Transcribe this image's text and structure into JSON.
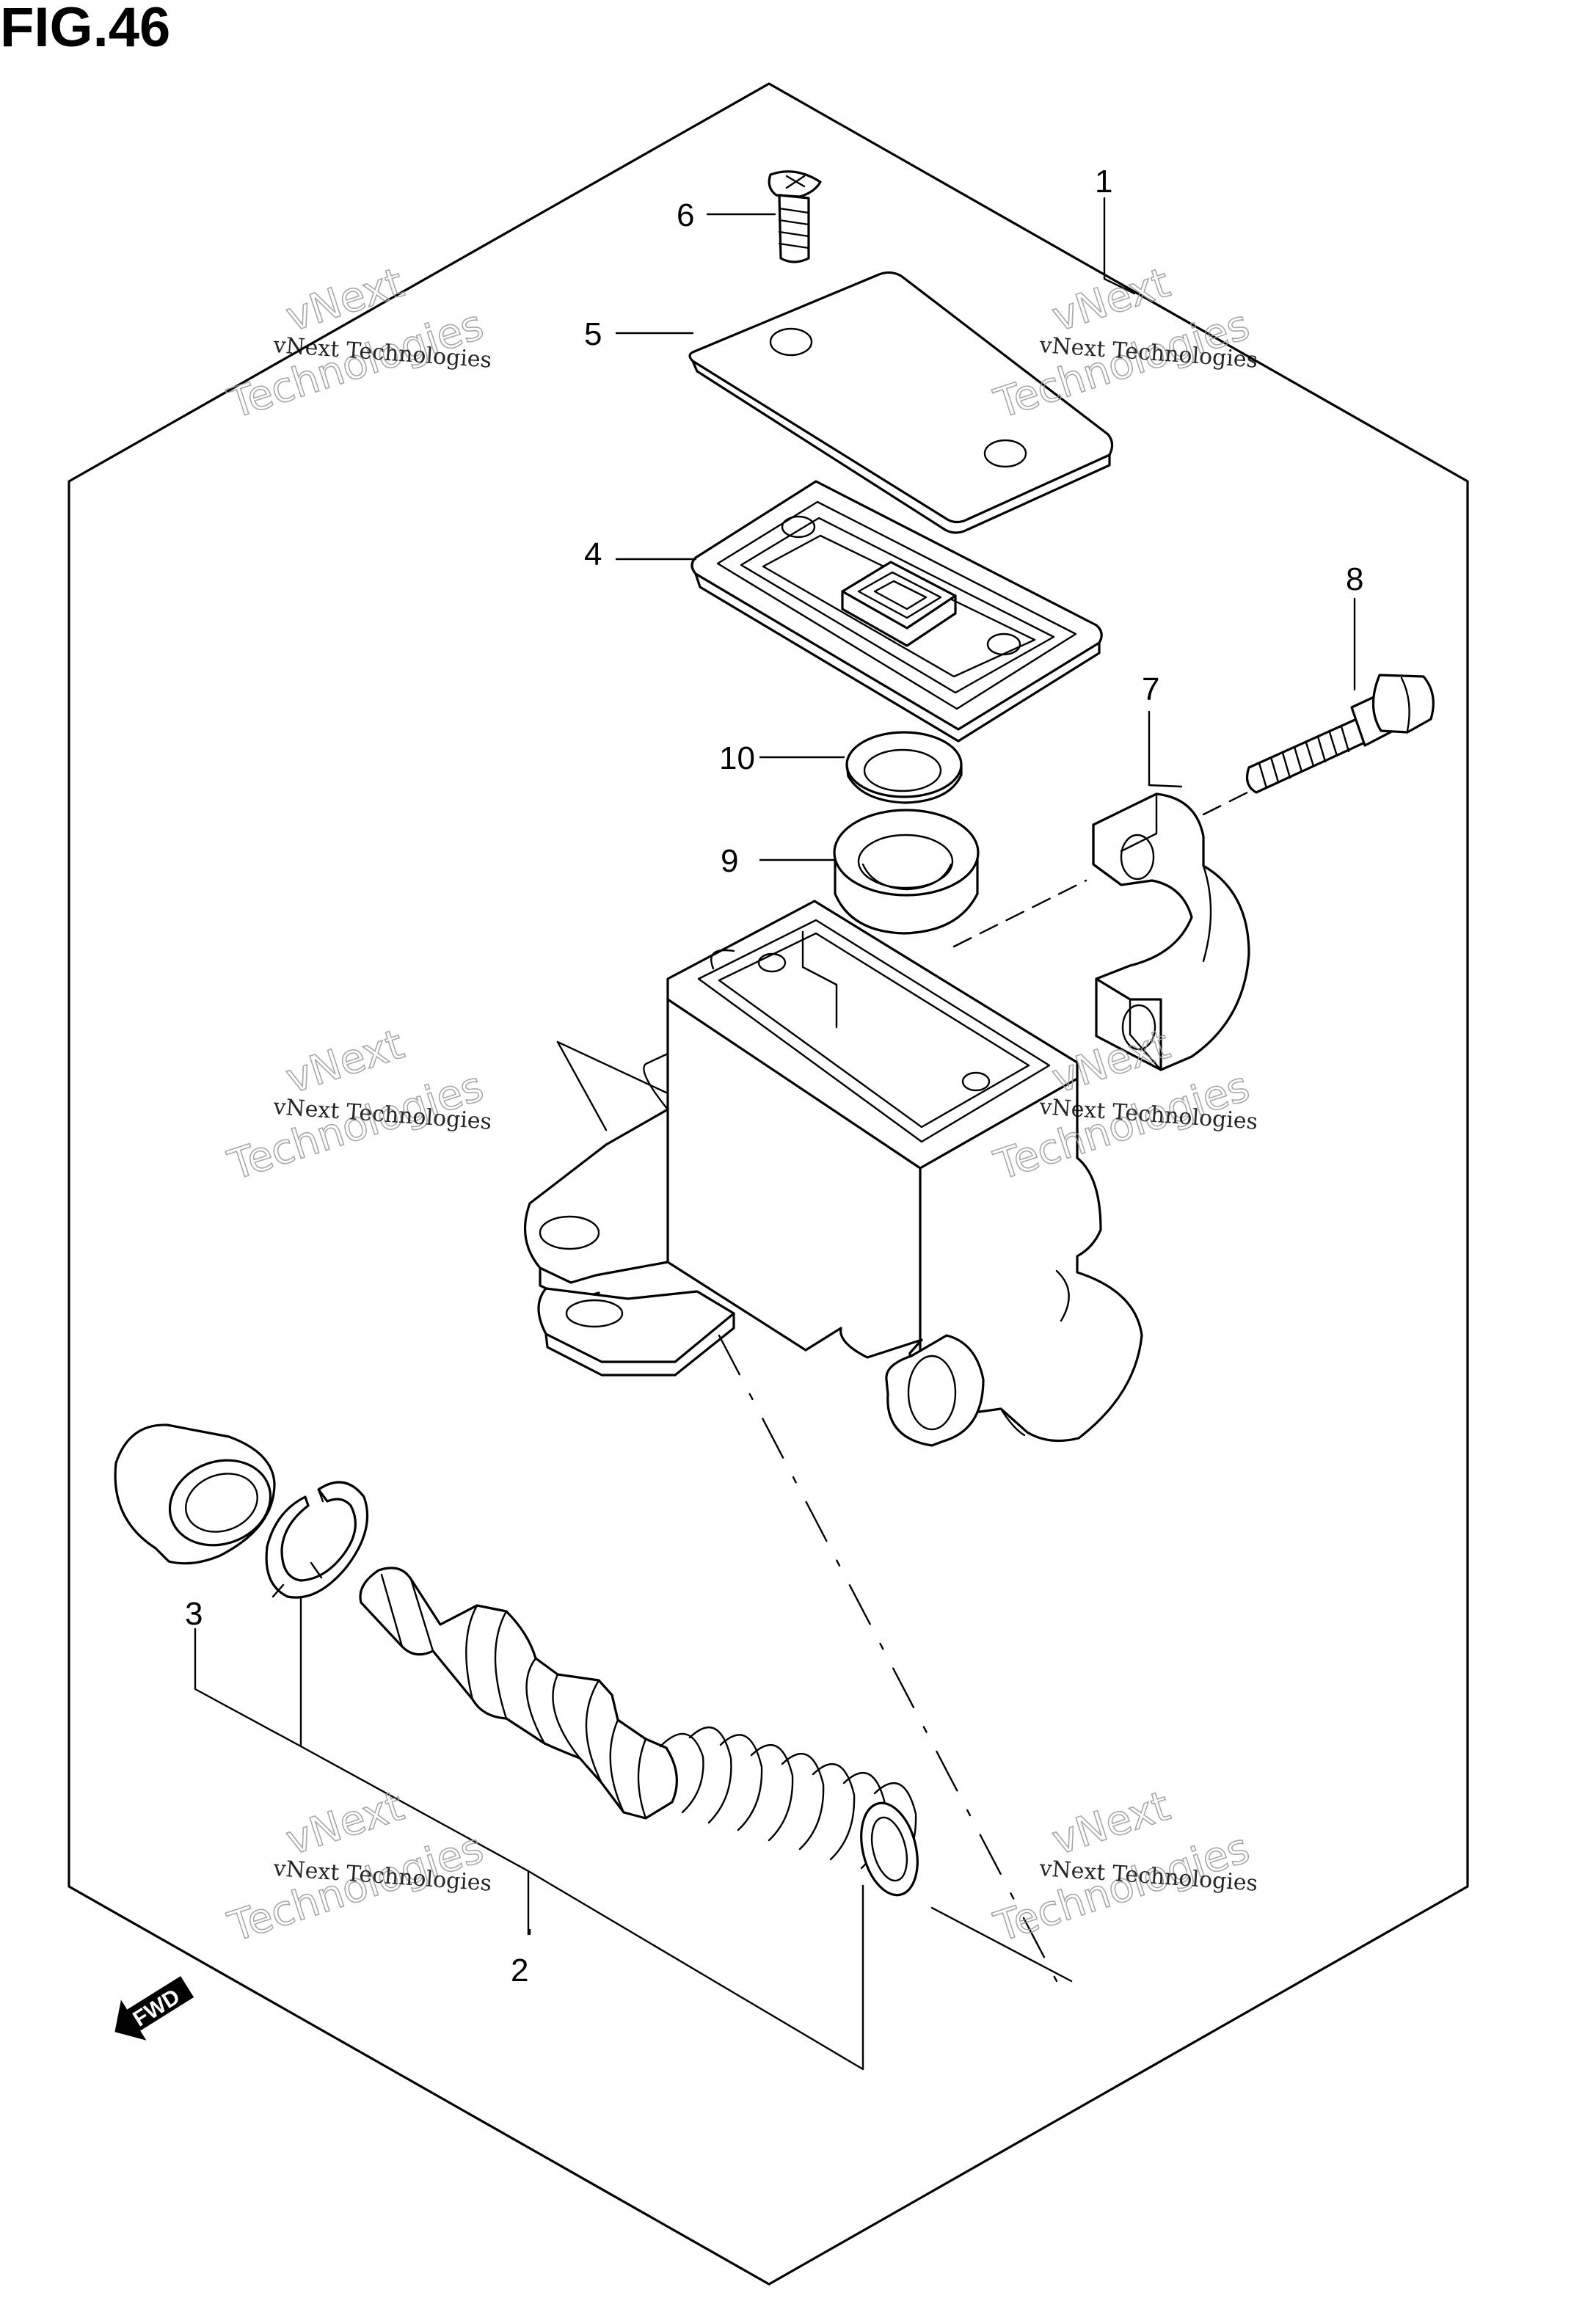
{
  "figure": {
    "title": "FIG.46"
  },
  "callouts": [
    {
      "id": "1",
      "label": "1"
    },
    {
      "id": "2",
      "label": "2"
    },
    {
      "id": "3",
      "label": "3"
    },
    {
      "id": "4",
      "label": "4"
    },
    {
      "id": "5",
      "label": "5"
    },
    {
      "id": "6",
      "label": "6"
    },
    {
      "id": "7",
      "label": "7"
    },
    {
      "id": "8",
      "label": "8"
    },
    {
      "id": "9",
      "label": "9"
    },
    {
      "id": "10",
      "label": "10"
    }
  ],
  "watermark": {
    "line1": "vNext Technologies",
    "line2": "vNext",
    "line3": "Technologies"
  },
  "fwd": {
    "label": "FWD"
  }
}
